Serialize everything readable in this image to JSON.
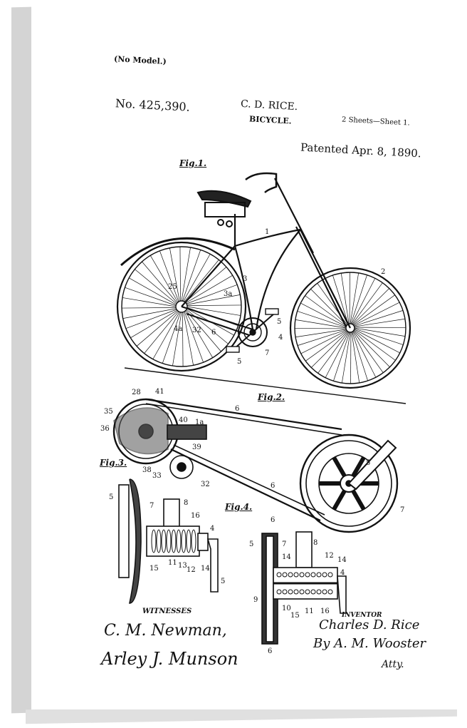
{
  "header": {
    "model_note": "(No Model.)",
    "patent_number": "No. 425,390.",
    "inventor_heading": "C. D. RICE.",
    "title": "BICYCLE.",
    "sheets": "2 Sheets—Sheet 1.",
    "patent_date": "Patented Apr. 8, 1890."
  },
  "figures": {
    "fig1": "Fig.1.",
    "fig2": "Fig.2.",
    "fig3": "Fig.3.",
    "fig4": "Fig.4."
  },
  "labels": {
    "frame": "1",
    "front_wheel": "2",
    "rear_fork": "3",
    "crank": "4",
    "pedal": "5",
    "belt": "6",
    "pulley": "7",
    "hub": "8",
    "part9": "9",
    "part10": "10",
    "part11": "11",
    "part12": "12",
    "part13": "13",
    "part14": "14",
    "part15": "15",
    "part16": "16",
    "part25": "25",
    "part28": "28",
    "part32": "32",
    "part33": "33",
    "part35": "35",
    "part36": "36",
    "part38": "38",
    "part39": "39",
    "part40": "40",
    "part41": "41",
    "frame_a": "1a",
    "rear_a": "3a",
    "part4a": "4a"
  },
  "footer": {
    "witnesses_label": "WITNESSES",
    "inventor_label": "INVENTOR",
    "witness1": "C. M. Newman,",
    "witness2": "Arley J. Munson",
    "inventor_sig": "Charles D. Rice",
    "by": "By",
    "attorney": "A. M. Wooster",
    "atty": "Atty."
  }
}
